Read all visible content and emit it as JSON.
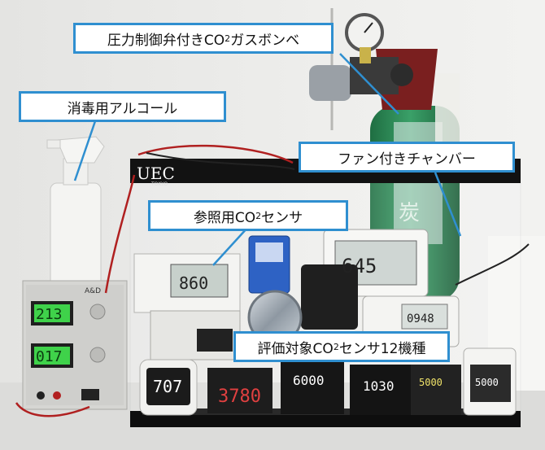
{
  "labels": {
    "gas_cylinder": {
      "pre": "圧力制御弁付きCO",
      "sub": "2",
      "post": "ガスボンベ"
    },
    "disinfectant": "消毒用アルコール",
    "fan_chamber": "ファン付きチャンバー",
    "reference_sensor": {
      "pre": "参照用CO",
      "sub": "2",
      "post": "センサ"
    },
    "target_sensors": {
      "pre": "評価対象CO",
      "sub": "2",
      "post": "センサ12機種"
    }
  },
  "chamber_brand": "UEC",
  "chamber_brand_sub": "TOKYO",
  "psu_display_top": "213",
  "psu_display_bottom": "017",
  "psu_brand": "A&D",
  "cylinder_text": "炭",
  "sensor_readings": {
    "reference": "860",
    "big_display": "645",
    "display_a": "707",
    "display_b": "3780",
    "display_c": "6000",
    "display_d": "1030",
    "display_e": "5000",
    "display_f": "5000",
    "small_clock": "0948"
  },
  "colors": {
    "callout_border": "#2f8fd0",
    "psu_lcd": "#3fd24a",
    "cylinder_green": "#2c8a55",
    "valve_red": "#7a1f1f"
  }
}
